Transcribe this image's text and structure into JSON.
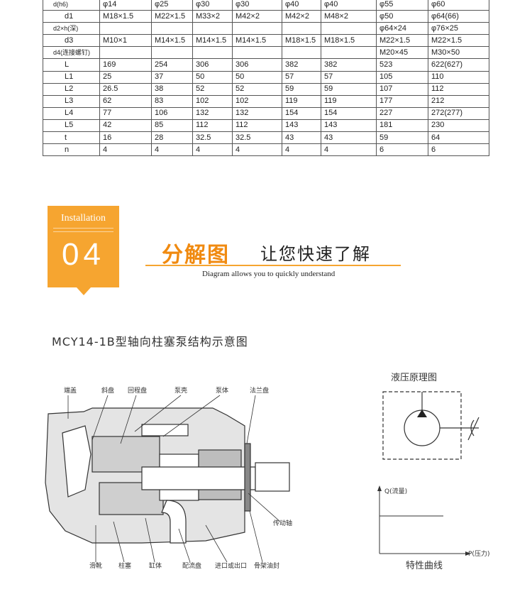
{
  "table": {
    "rows": [
      {
        "label": "d(h6)",
        "cells": [
          "φ14",
          "φ25",
          "φ30",
          "φ30",
          "φ40",
          "φ40",
          "φ55",
          "φ60"
        ]
      },
      {
        "label": "d1",
        "cells": [
          "M18×1.5",
          "M22×1.5",
          "M33×2",
          "M42×2",
          "M42×2",
          "M48×2",
          "φ50",
          "φ64(66)"
        ]
      },
      {
        "label": "d2×h(深)",
        "cells": [
          "",
          "",
          "",
          "",
          "",
          "",
          "φ64×24",
          "φ76×25"
        ]
      },
      {
        "label": "d3",
        "cells": [
          "M10×1",
          "M14×1.5",
          "M14×1.5",
          "M14×1.5",
          "M18×1.5",
          "M18×1.5",
          "M22×1.5",
          "M22×1.5"
        ]
      },
      {
        "label": "d4(连接螺钉)",
        "cells": [
          "",
          "",
          "",
          "",
          "",
          "",
          "M20×45",
          "M30×50"
        ]
      },
      {
        "label": "L",
        "cells": [
          "169",
          "254",
          "306",
          "306",
          "382",
          "382",
          "523",
          "622(627)"
        ]
      },
      {
        "label": "L1",
        "cells": [
          "25",
          "37",
          "50",
          "50",
          "57",
          "57",
          "105",
          "110"
        ]
      },
      {
        "label": "L2",
        "cells": [
          "26.5",
          "38",
          "52",
          "52",
          "59",
          "59",
          "107",
          "112"
        ]
      },
      {
        "label": "L3",
        "cells": [
          "62",
          "83",
          "102",
          "102",
          "119",
          "119",
          "177",
          "212"
        ]
      },
      {
        "label": "L4",
        "cells": [
          "77",
          "106",
          "132",
          "132",
          "154",
          "154",
          "227",
          "272(277)"
        ]
      },
      {
        "label": "L5",
        "cells": [
          "42",
          "85",
          "112",
          "112",
          "143",
          "143",
          "181",
          "230"
        ]
      },
      {
        "label": "t",
        "cells": [
          "16",
          "28",
          "32.5",
          "32.5",
          "43",
          "43",
          "59",
          "64"
        ]
      },
      {
        "label": "n",
        "cells": [
          "4",
          "4",
          "4",
          "4",
          "4",
          "4",
          "6",
          "6"
        ]
      }
    ]
  },
  "section": {
    "badge_word": "Installation",
    "badge_number": "04",
    "title_cn": "分解图",
    "title_cn2": "让您快速了解",
    "subtitle": "Diagram allows you to quickly understand"
  },
  "diagram": {
    "title": "MCY14-1B型轴向柱塞泵结构示意图",
    "top_labels": [
      "端盖",
      "斜盘",
      "回程盘",
      "泵壳",
      "泵体",
      "法兰盘"
    ],
    "bottom_labels": [
      "滑靴",
      "柱塞",
      "缸体",
      "配流盘",
      "进口或出口",
      "骨架油封"
    ],
    "side_label": "传动轴"
  },
  "principle": {
    "title": "液压原理图",
    "curve_label": "特性曲线",
    "y_axis": "Q(流量)",
    "x_axis": "P(压力)"
  },
  "colors": {
    "accent": "#f6a530",
    "title_orange": "#f08a10"
  }
}
